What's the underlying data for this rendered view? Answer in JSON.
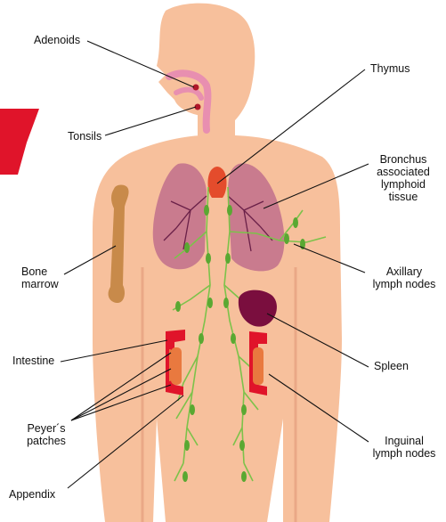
{
  "labels": {
    "adenoids": "Adenoids",
    "tonsils": "Tonsils",
    "thymus": "Thymus",
    "balt": "Bronchus\nassociated\nlymphoid\ntissue",
    "bone_marrow": "Bone\nmarrow",
    "axillary": "Axillary\nlymph nodes",
    "intestine": "Intestine",
    "spleen": "Spleen",
    "peyers": "Peyer´s\npatches",
    "inguinal": "Inguinal\nlymph nodes",
    "appendix": "Appendix"
  },
  "colors": {
    "skin": "#f7c09c",
    "lung": "#c97b8e",
    "lymph": "#7cc24a",
    "node": "#5aa832",
    "spleen": "#7a0e3e",
    "intestine": "#e9793f",
    "bone": "#c88a4a",
    "accent": "#e0142a",
    "nasal": "#e88fb0"
  }
}
